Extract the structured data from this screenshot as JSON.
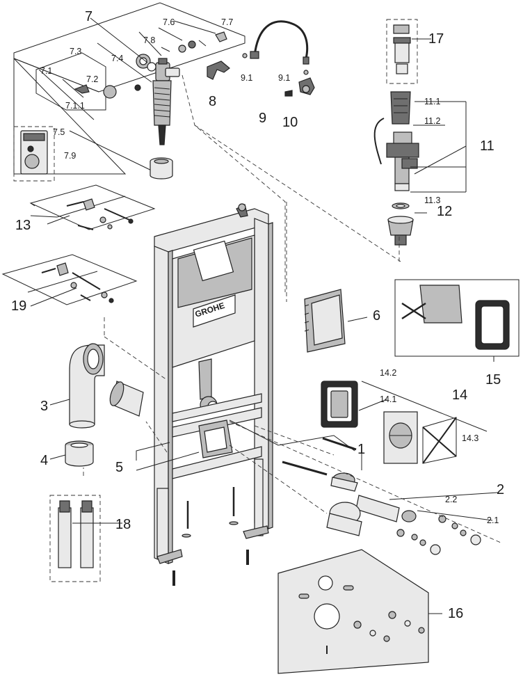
{
  "diagram": {
    "brand": "GROHE",
    "callouts": {
      "c7": "7",
      "c7_1": "7.1",
      "c7_1_1": "7.1.1",
      "c7_2": "7.2",
      "c7_3": "7.3",
      "c7_4": "7.4",
      "c7_5": "7.5",
      "c7_6": "7.6",
      "c7_7": "7.7",
      "c7_8": "7.8",
      "c7_9": "7.9",
      "c8": "8",
      "c9": "9",
      "c9_1a": "9.1",
      "c9_1b": "9.1",
      "c10": "10",
      "c11": "11",
      "c11_1": "11.1",
      "c11_2": "11.2",
      "c11_3": "11.3",
      "c12": "12",
      "c13": "13",
      "c14": "14",
      "c14_1": "14.1",
      "c14_2": "14.2",
      "c14_3": "14.3",
      "c15": "15",
      "c16": "16",
      "c17": "17",
      "c18": "18",
      "c19": "19",
      "c1": "1",
      "c2": "2",
      "c2_1": "2.1",
      "c2_2": "2.2",
      "c3": "3",
      "c4": "4",
      "c5": "5",
      "c6": "6"
    }
  }
}
